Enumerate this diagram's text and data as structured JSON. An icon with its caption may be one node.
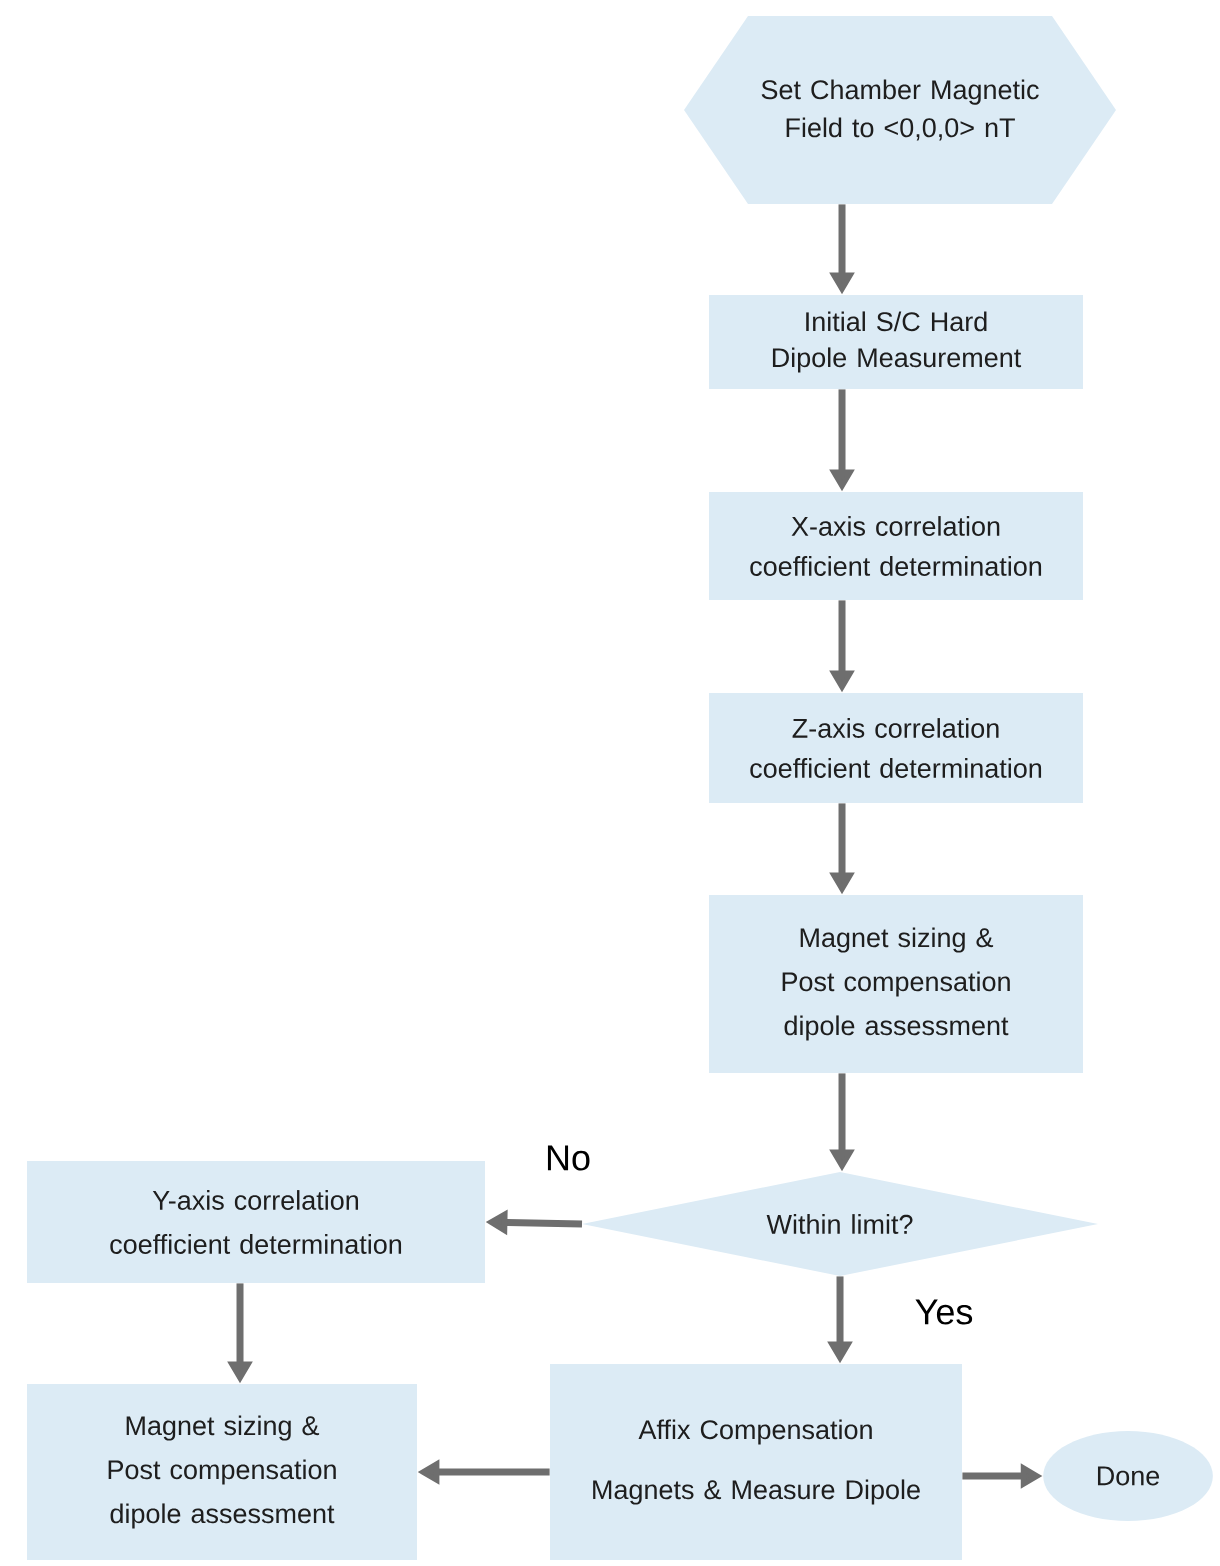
{
  "diagram": {
    "nodes": [
      {
        "text": [
          "Set Chamber Magnetic Field to <0,0,0> nT"
        ]
      },
      {
        "text": [
          "Initial S/C Hard Dipole Measurement"
        ]
      },
      {
        "text": [
          "X-axis correlation coefficient determination"
        ]
      },
      {
        "text": [
          "Z-axis correlation coefficient determination"
        ]
      },
      {
        "text": [
          "Magnet sizing & Post compensation dipole assessment"
        ]
      },
      {
        "text": [
          "Within limit?"
        ]
      },
      {
        "text": [
          "Y-axis correlation coefficient determination"
        ]
      },
      {
        "text": [
          "Magnet sizing & Post compensation dipole assessment"
        ]
      },
      {
        "text": [
          "Affix Compensation Magnets & Measure Dipole"
        ]
      },
      {
        "text": [
          "Done"
        ]
      }
    ],
    "edges": [
      {
        "from": 0,
        "to": 1,
        "arrow": "to"
      },
      {
        "from": 1,
        "to": 2,
        "arrow": "to"
      },
      {
        "from": 2,
        "to": 3,
        "arrow": "to"
      },
      {
        "from": 3,
        "to": 4,
        "arrow": "to"
      },
      {
        "from": 4,
        "to": 5,
        "arrow": "to"
      },
      {
        "from": 5,
        "to": 6,
        "arrow": "to",
        "label": "No"
      },
      {
        "from": 5,
        "to": 8,
        "arrow": "to",
        "label": "Yes"
      },
      {
        "from": 6,
        "to": 7,
        "arrow": "to"
      },
      {
        "from": 8,
        "to": 7,
        "arrow": "to"
      },
      {
        "from": 8,
        "to": 9,
        "arrow": "to"
      }
    ]
  }
}
